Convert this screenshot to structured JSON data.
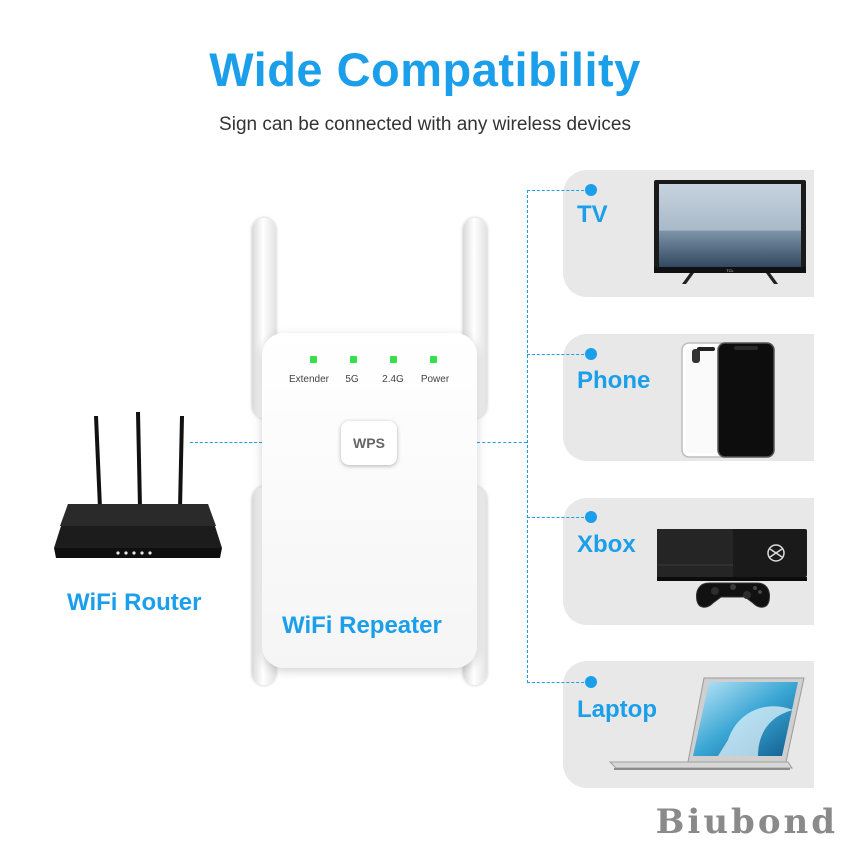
{
  "header": {
    "title": "Wide Compatibility",
    "subtitle": "Sign can be connected with any wireless devices"
  },
  "router": {
    "label": "WiFi Router"
  },
  "repeater": {
    "label": "WiFi Repeater",
    "leds": [
      "Extender",
      "5G",
      "2.4G",
      "Power"
    ],
    "wps_label": "WPS"
  },
  "devices": [
    {
      "label": "TV",
      "icon": "tv-icon"
    },
    {
      "label": "Phone",
      "icon": "phone-icon"
    },
    {
      "label": "Xbox",
      "icon": "xbox-icon"
    },
    {
      "label": "Laptop",
      "icon": "laptop-icon"
    }
  ],
  "tv_brand": "TCL",
  "watermark": "Biubond",
  "colors": {
    "accent": "#1b9fea",
    "card": "#e8e8e8",
    "led": "#35e04a"
  }
}
